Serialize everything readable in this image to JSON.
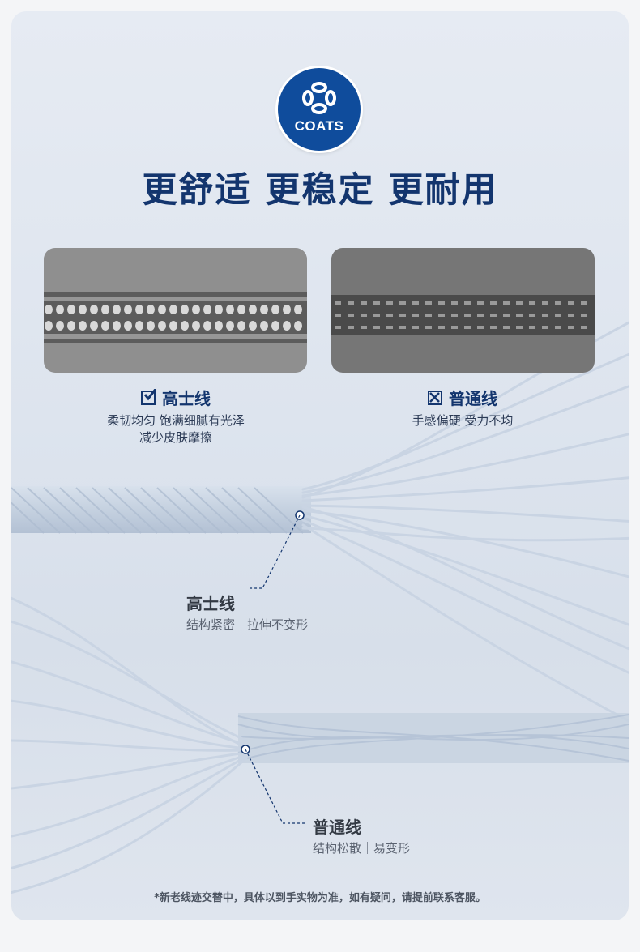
{
  "brand": {
    "logo_text": "COATS",
    "logo_color": "#0f4c9c"
  },
  "headline": "更舒适 更稳定 更耐用",
  "comparison": {
    "good": {
      "icon": "checkbox-checked-icon",
      "title": "高士线",
      "desc_line1": "柔韧均匀 饱满细腻有光泽",
      "desc_line2": "减少皮肤摩擦"
    },
    "bad": {
      "icon": "checkbox-crossed-icon",
      "title": "普通线",
      "desc_line1": "手感偏硬 受力不均"
    }
  },
  "callouts": {
    "good": {
      "title": "高士线",
      "desc": "结构紧密｜拉伸不变形"
    },
    "bad": {
      "title": "普通线",
      "desc": "结构松散｜易变形"
    }
  },
  "footnote": "*新老线迹交替中，具体以到手实物为准，如有疑问，请提前联系客服。",
  "colors": {
    "navy": "#13356e",
    "thread": "#c3cfdf"
  }
}
